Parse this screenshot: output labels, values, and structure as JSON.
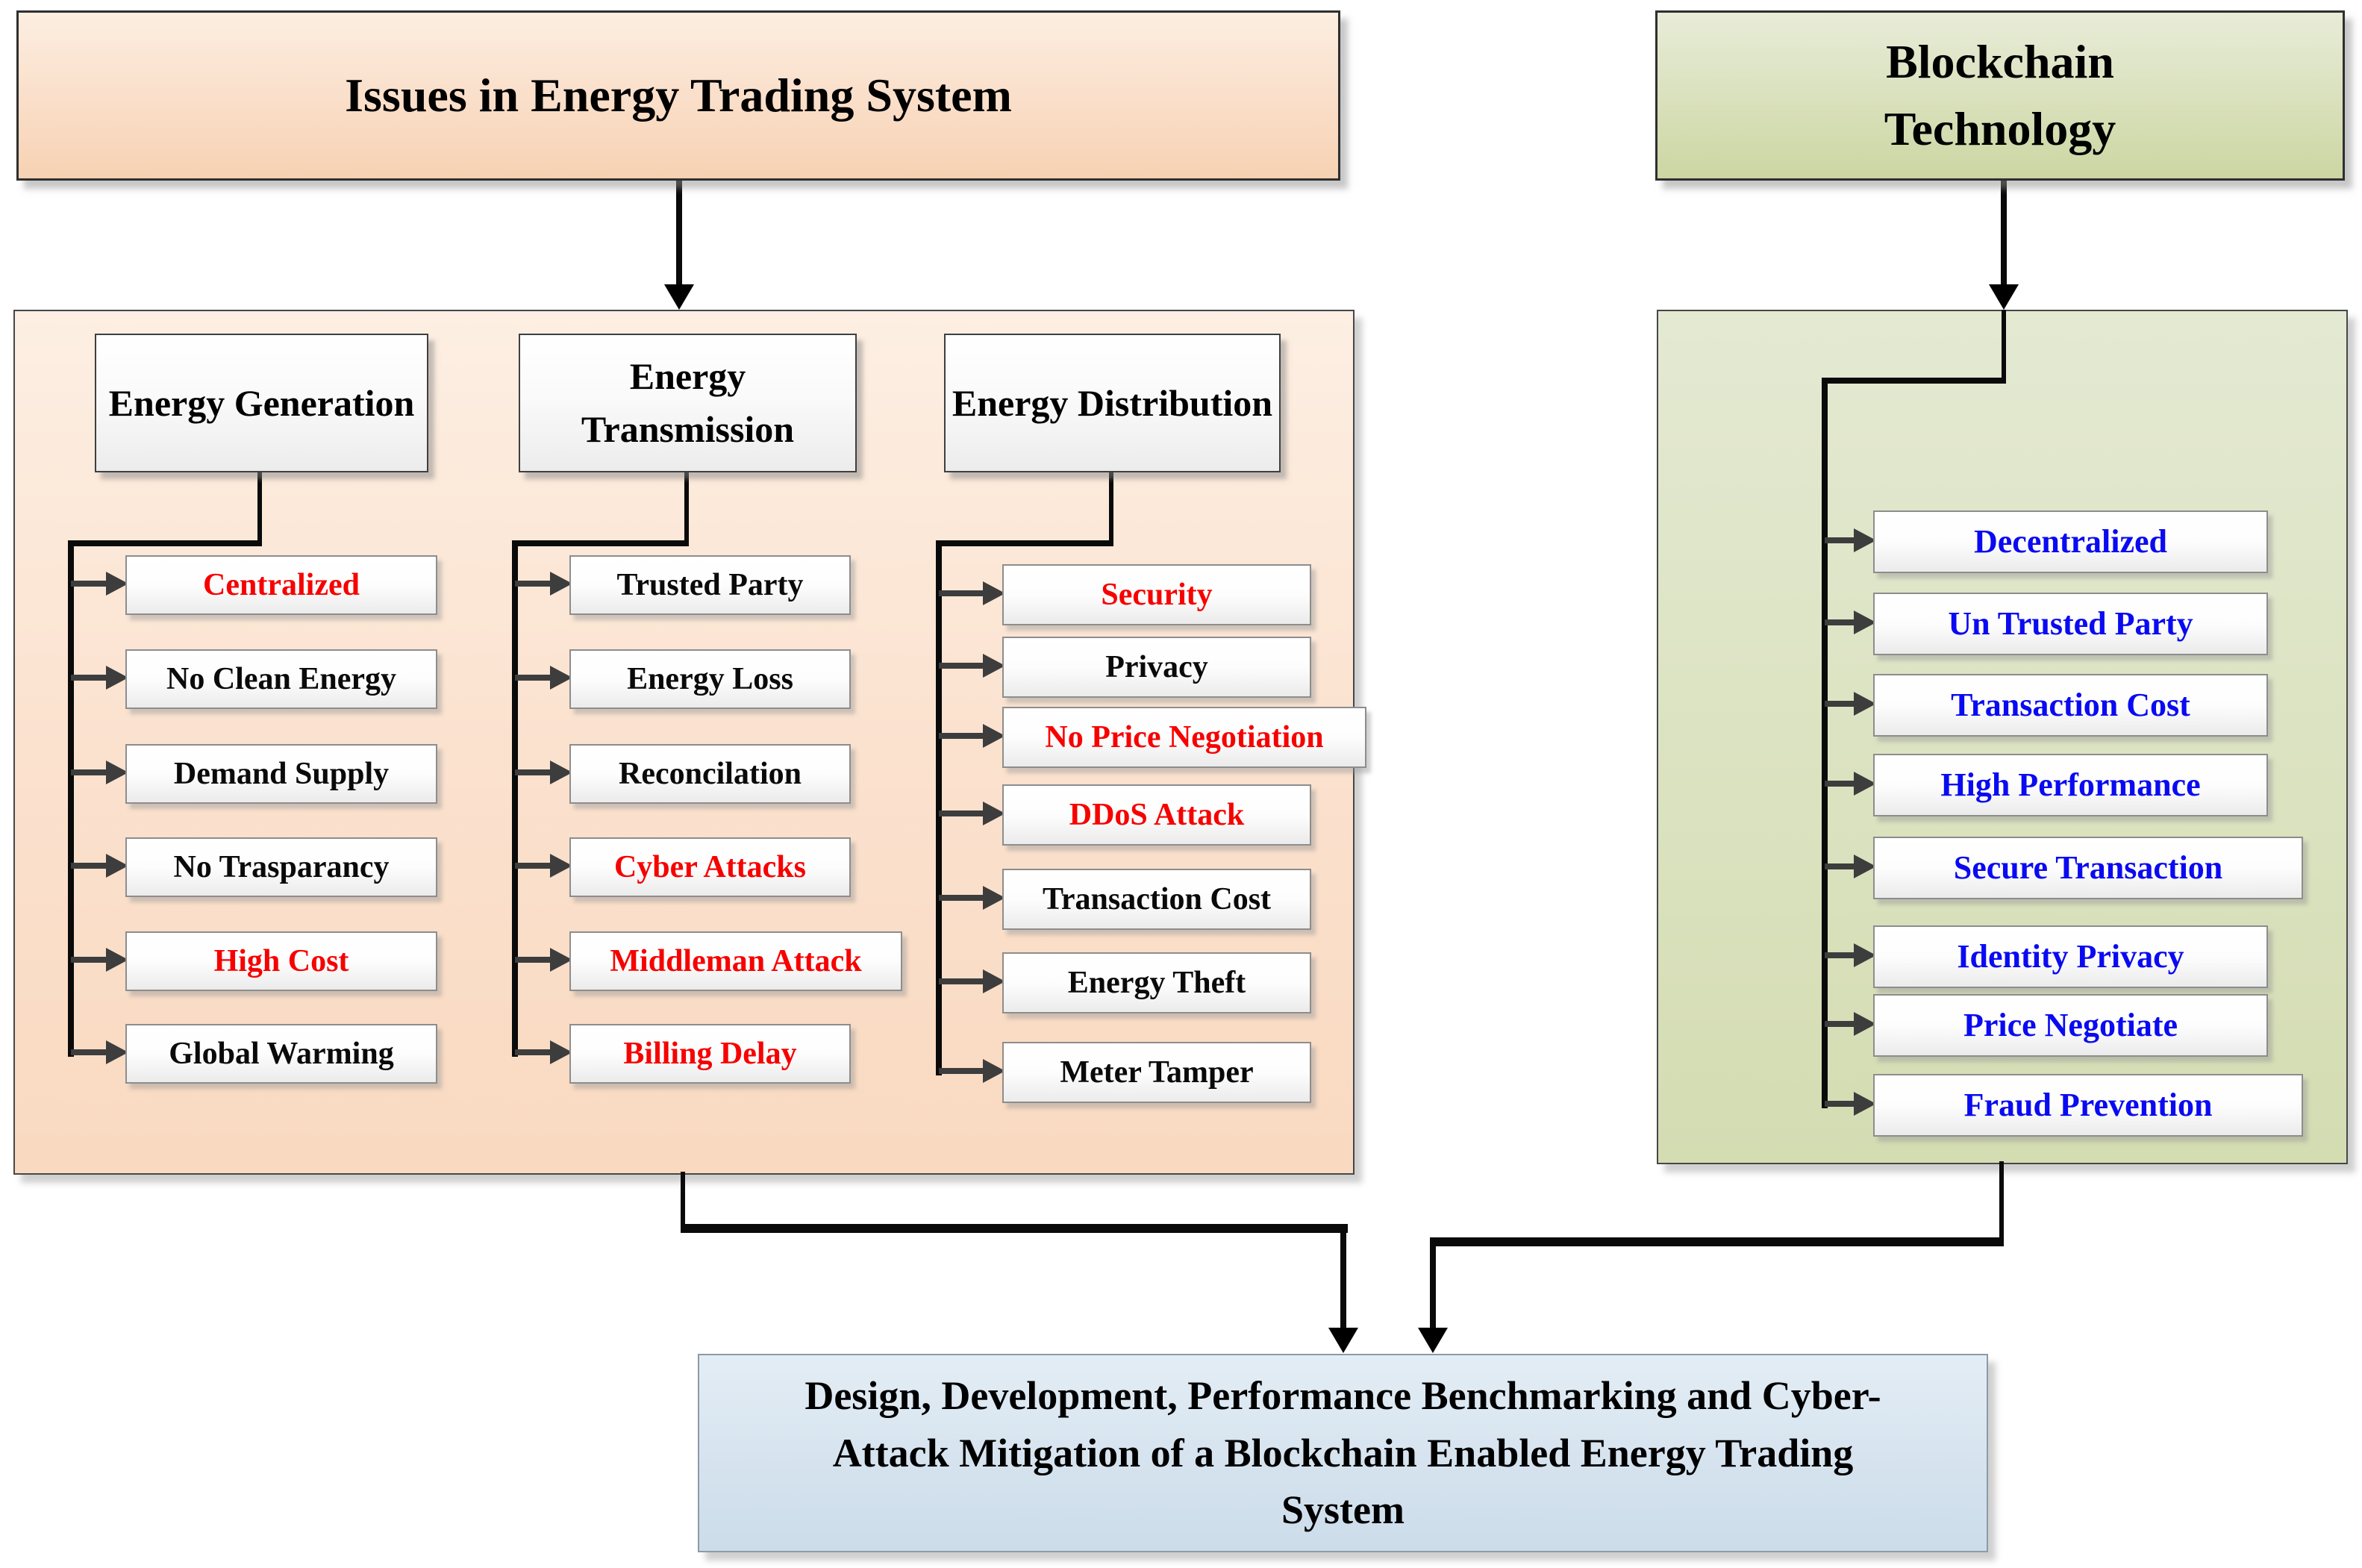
{
  "left_header": {
    "title": "Issues in Energy Trading System"
  },
  "right_header": {
    "title": "Blockchain\nTechnology"
  },
  "issues_panel": {
    "columns": [
      {
        "header": "Energy Generation",
        "items": [
          {
            "label": "Centralized",
            "emphasis": true
          },
          {
            "label": "No Clean Energy",
            "emphasis": false
          },
          {
            "label": "Demand Supply",
            "emphasis": false
          },
          {
            "label": "No Trasparancy",
            "emphasis": false
          },
          {
            "label": "High Cost",
            "emphasis": true
          },
          {
            "label": "Global Warming",
            "emphasis": false
          }
        ]
      },
      {
        "header": "Energy Transmission",
        "items": [
          {
            "label": "Trusted Party",
            "emphasis": false
          },
          {
            "label": "Energy Loss",
            "emphasis": false
          },
          {
            "label": "Reconcilation",
            "emphasis": false
          },
          {
            "label": "Cyber Attacks",
            "emphasis": true
          },
          {
            "label": "Middleman Attack",
            "emphasis": true,
            "wide": true
          },
          {
            "label": "Billing Delay",
            "emphasis": true
          }
        ]
      },
      {
        "header": "Energy Distribution",
        "items": [
          {
            "label": "Security",
            "emphasis": true
          },
          {
            "label": "Privacy",
            "emphasis": false
          },
          {
            "label": "No Price Negotiation",
            "emphasis": true,
            "wide": true
          },
          {
            "label": "DDoS Attack",
            "emphasis": true
          },
          {
            "label": "Transaction Cost",
            "emphasis": false
          },
          {
            "label": "Energy Theft",
            "emphasis": false
          },
          {
            "label": "Meter Tamper",
            "emphasis": false
          }
        ]
      }
    ]
  },
  "blockchain_panel": {
    "items": [
      {
        "label": "Decentralized"
      },
      {
        "label": "Un Trusted Party"
      },
      {
        "label": "Transaction Cost"
      },
      {
        "label": "High Performance"
      },
      {
        "label": "Secure Transaction",
        "wide": true
      },
      {
        "label": "Identity Privacy"
      },
      {
        "label": "Price Negotiate"
      },
      {
        "label": "Fraud Prevention",
        "wide": true
      }
    ]
  },
  "outcome_box": {
    "title": "Design, Development, Performance Benchmarking and Cyber-\nAttack Mitigation of a Blockchain Enabled Energy Trading\nSystem"
  },
  "colors": {
    "issue_emphasis": "#f70000",
    "issue_default": "#0a0a0a",
    "benefit_text": "#0a0af2",
    "line_black": "#0a0a0a",
    "arrow_gray": "#3d3d3d",
    "peach_fill": "#fbe2cf",
    "green_fill": "#dce3c2",
    "outcome_fill": "#d7e4ef"
  }
}
